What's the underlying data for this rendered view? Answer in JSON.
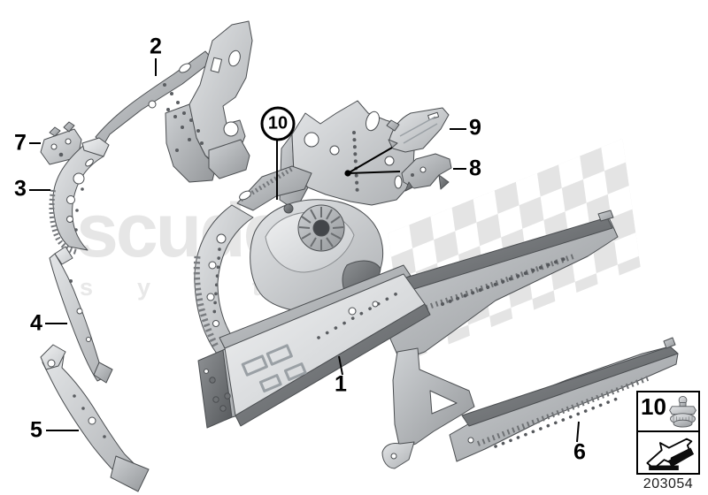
{
  "watermark": {
    "brand": "scuderia",
    "subtitle_letters": "systems",
    "checker_color": "#e4e4e4",
    "text_color": "#e6e6e6"
  },
  "callouts": {
    "c1": "1",
    "c2": "2",
    "c3": "3",
    "c4": "4",
    "c5": "5",
    "c6": "6",
    "c7": "7",
    "c8": "8",
    "c9": "9",
    "c10": "10"
  },
  "legend": {
    "ref": "10",
    "fastener_icon": "plug-bolt-icon",
    "direction_icon": "direction-arrow-icon"
  },
  "footer": {
    "part_number": "203054"
  },
  "colors": {
    "leader_line": "#000000",
    "metal_light": "#dde0e2",
    "metal_mid": "#b9bcbf",
    "metal_dark": "#7c7f83",
    "edge": "#4b4e51"
  }
}
